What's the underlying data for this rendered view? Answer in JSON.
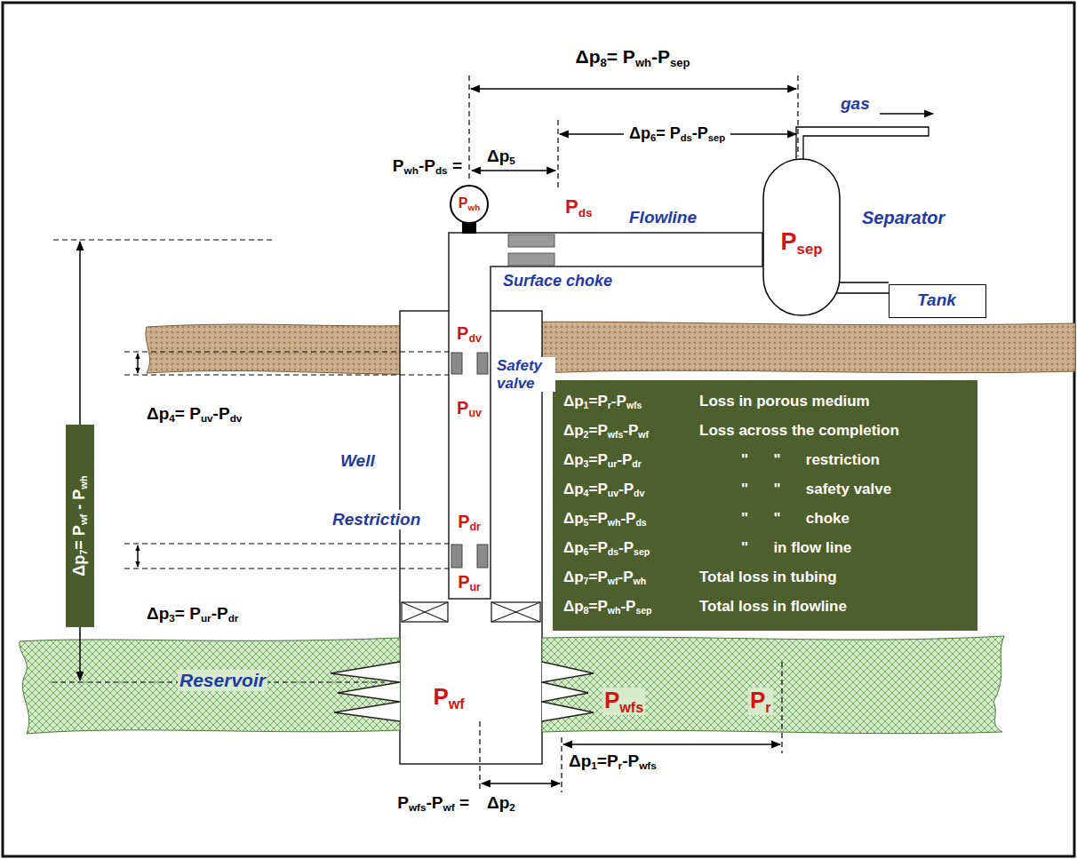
{
  "diagram": {
    "nodes": [
      {
        "text": [
          "Pwh"
        ]
      },
      {
        "text": [
          "Psep",
          "Separator"
        ]
      },
      {
        "text": [
          "Tank"
        ]
      },
      {
        "text": [
          "Δp7= Pwf - Pwh"
        ]
      },
      {
        "text": [
          "Δp1=Pr-Pwfs",
          "Loss in porous medium",
          "Δp2=Pwfs-Pwf",
          "Loss across the completion",
          "Δp3=Pur-Pdr",
          "\"      \"      restriction",
          "Δp4=Puv-Pdv",
          "\"      \"      safety valve",
          "Δp5=Pwh-Pds",
          "\"      \"      choke",
          "Δp6=Pds-Psep",
          "\"      in flow line",
          "Δp7=Pwf-Pwh",
          "Total loss in tubing",
          "Δp8=Pwh-Psep",
          "Total loss in flowline"
        ]
      },
      {
        "text": [
          "Reservoir",
          "Pwfs",
          "Pr"
        ]
      }
    ],
    "labels": [
      "Δp8= Pwh-Psep",
      "gas",
      "Δp6= Pds-Psep",
      "Pwh-Pds =",
      "Δp5",
      "Pds",
      "Flowline",
      "Surface choke",
      "Pdv",
      "Safety valve",
      "Δp4= Puv-Pdv",
      "Puv",
      "Well",
      "Restriction",
      "Pdr",
      "Pur",
      "Δp3= Pur-Pdr",
      "Pwf",
      "Δp1=Pr-Pwfs",
      "Pwfs-Pwf =",
      "Δp2"
    ]
  }
}
